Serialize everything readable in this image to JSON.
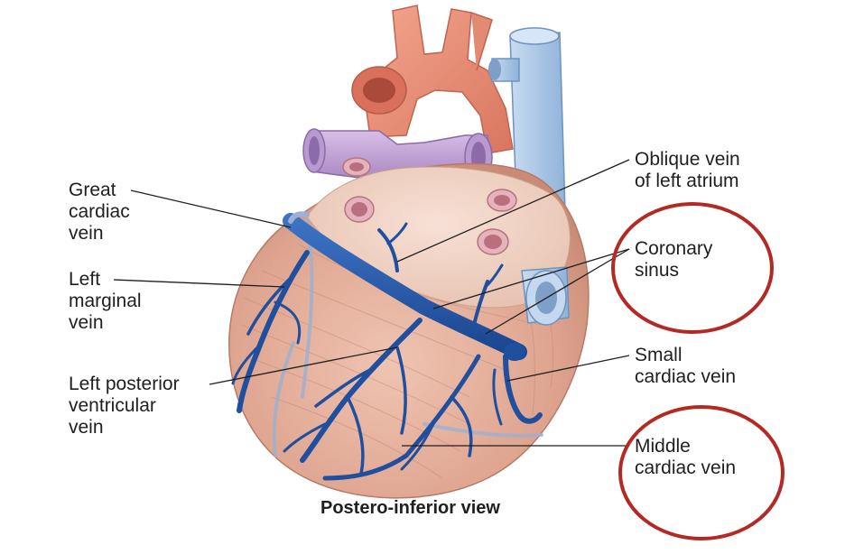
{
  "caption": "Postero-inferior view",
  "labels": {
    "great_cardiac": [
      "Great",
      "cardiac",
      "vein"
    ],
    "left_marginal": [
      "Left",
      "marginal",
      "vein"
    ],
    "left_posterior": [
      "Left posterior",
      "ventricular",
      "vein"
    ],
    "oblique": [
      "Oblique vein",
      "of left atrium"
    ],
    "coronary_sinus": [
      "Coronary",
      "sinus"
    ],
    "small_cardiac": [
      "Small",
      "cardiac vein"
    ],
    "middle_cardiac": [
      "Middle",
      "cardiac vein"
    ]
  },
  "colors": {
    "vein_blue": "#1f4f9e",
    "highlight_circle": "#b32a24",
    "aorta": "#e8907a",
    "pulmonary": "#c4a2d8",
    "sva_cava": "#a9c6e6",
    "myocardium": "#e6b9a6"
  }
}
